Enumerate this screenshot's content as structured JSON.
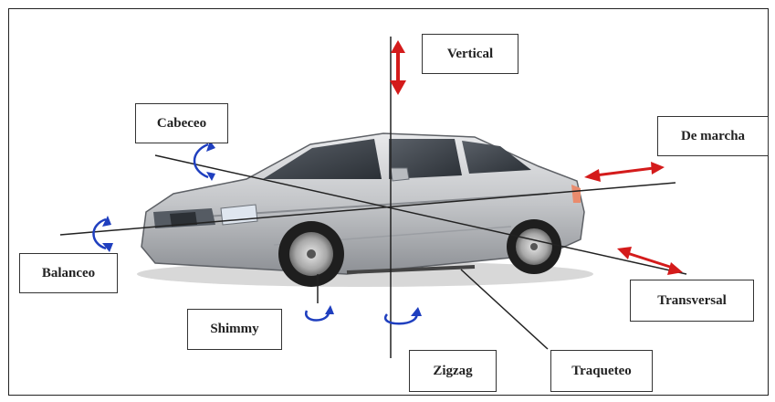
{
  "labels": {
    "vertical": "Vertical",
    "cabeceo": "Cabeceo",
    "de_marcha": "De marcha",
    "balanceo": "Balanceo",
    "transversal": "Transversal",
    "shimmy": "Shimmy",
    "zigzag": "Zigzag",
    "traqueteo": "Traqueteo"
  },
  "colors": {
    "linear_arrow": "#d41b1b",
    "rotation_arrow": "#1f3fbf",
    "axis_line": "#222222",
    "car_body": "#c7c9cc"
  }
}
